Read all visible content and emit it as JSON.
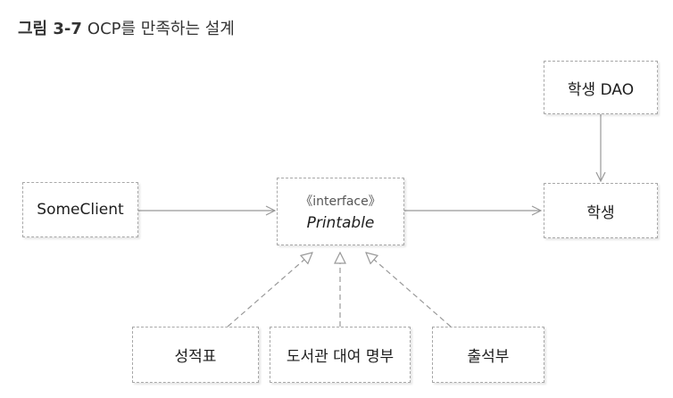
{
  "figure": {
    "number": "그림 3-7",
    "caption": "OCP를 만족하는 설계"
  },
  "nodes": {
    "some_client": {
      "label": "SomeClient"
    },
    "printable": {
      "stereotype": "《interface》",
      "label": "Printable"
    },
    "student": {
      "label": "학생"
    },
    "student_dao": {
      "label": "학생 DAO"
    },
    "grade_report": {
      "label": "성적표"
    },
    "library_register": {
      "label": "도서관 대여 명부"
    },
    "attendance_book": {
      "label": "출석부"
    }
  },
  "colors": {
    "box_border": "#a8a8a8",
    "edge": "#999999",
    "text": "#1e1e1e"
  }
}
